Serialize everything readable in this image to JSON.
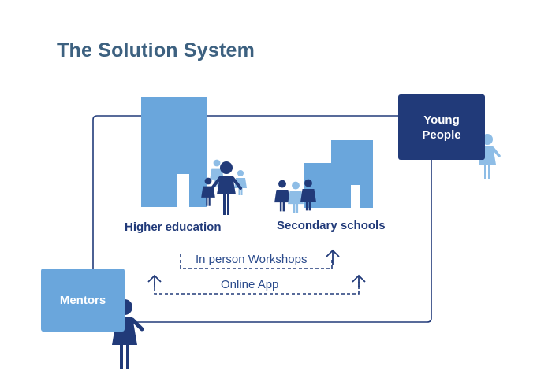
{
  "title": "The Solution System",
  "nodes": {
    "young_people": "Young\nPeople",
    "mentors": "Mentors",
    "higher_education": "Higher education",
    "secondary_schools": "Secondary schools"
  },
  "flows": {
    "workshops": "In person Workshops",
    "app": "Online App"
  },
  "colors": {
    "dark_blue": "#213a79",
    "mid_blue": "#6aa6dc",
    "light_blue": "#8ebde6",
    "title": "#3d6180"
  }
}
